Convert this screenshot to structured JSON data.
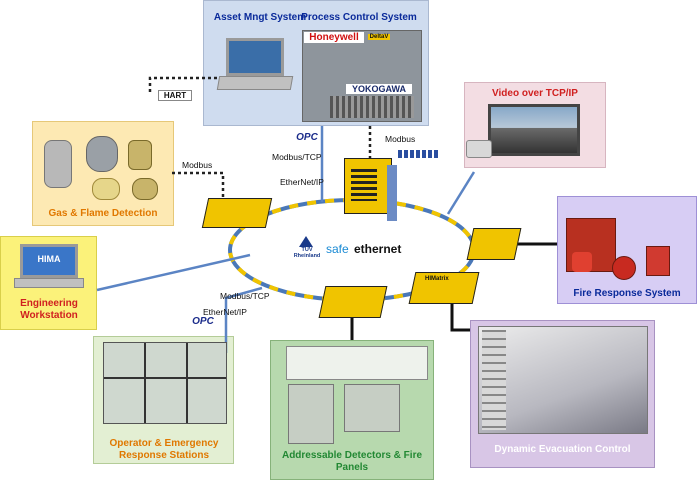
{
  "panels": {
    "control_top": {
      "asset": "Asset Mngt System",
      "process": "Process Control System"
    },
    "gas": {
      "title": "Gas & Flame Detection"
    },
    "video": {
      "title": "Video  over TCP/IP"
    },
    "engineering": {
      "title": "Engineering Workstation"
    },
    "fire": {
      "title": "Fire Response System"
    },
    "operator": {
      "title": "Operator & Emergency Response Stations"
    },
    "detectors": {
      "title": "Addressable Detectors & Fire Panels"
    },
    "evac": {
      "title": "Dynamic Evacuation Control"
    }
  },
  "logos": {
    "honeywell": "Honeywell",
    "deltav": "DeltaV",
    "yokogawa": "YOKOGAWA",
    "hima": "HIMA",
    "tuv": "TÜV Rheinland",
    "opc": "OPC",
    "hart": "HART",
    "hi_matrix": "HIMatrix"
  },
  "labels": {
    "modbus_left": "Modbus",
    "modbus_tcp_top": "Modbus/TCP",
    "ethernet_ip_top": "EtherNet/IP",
    "modbus_right": "Modbus",
    "safe": "safe",
    "ethernet": "ethernet",
    "modbus_tcp_bottom": "Modbus/TCP",
    "ethernet_ip_bottom": "EtherNet/IP"
  },
  "colors": {
    "ring_yellow": "#f0c400",
    "ring_blue": "#4a78b8",
    "link_blue": "#5b84c4",
    "caption_orange": "#e07800",
    "caption_red": "#d02020",
    "caption_green": "#228833",
    "caption_blue": "#0a2a9a",
    "caption_white": "#ffffff"
  }
}
